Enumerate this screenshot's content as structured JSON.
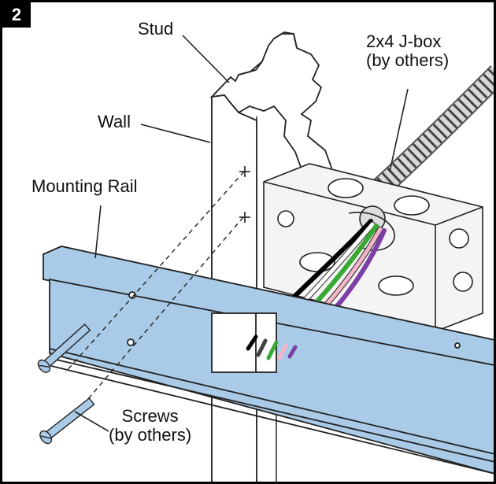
{
  "step": "2",
  "labels": {
    "stud": "Stud",
    "jbox_line1": "2x4 J-box",
    "jbox_line2": "(by others)",
    "wall": "Wall",
    "rail": "Mounting Rail",
    "screws_line1": "Screws",
    "screws_line2": "(by others)"
  },
  "colors": {
    "rail": "#a9cbe8",
    "screw": "#a9cbe8",
    "wires": [
      "#000000",
      "#ffffff",
      "#3aa835",
      "#f3b6c9",
      "#7b3fa6"
    ]
  }
}
